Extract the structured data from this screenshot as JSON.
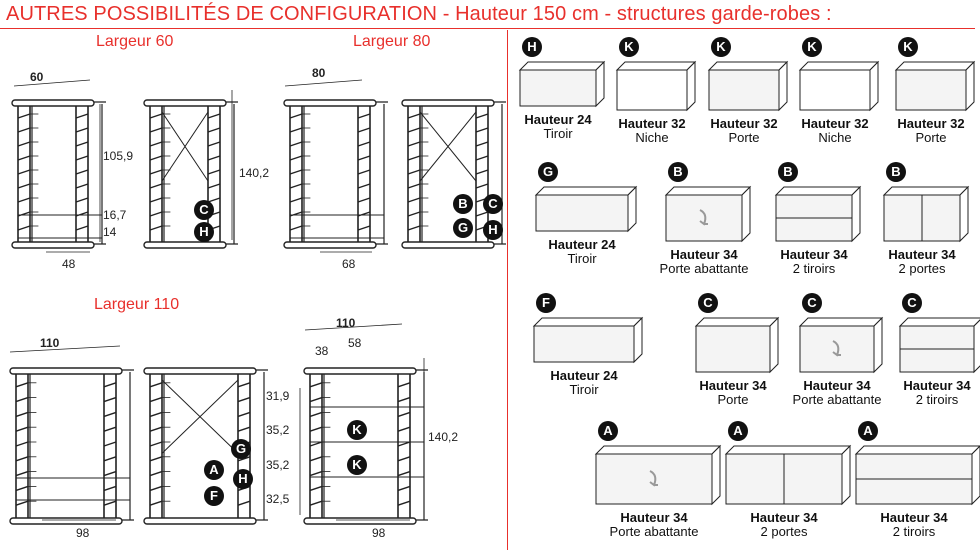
{
  "title": "AUTRES POSSIBILITÉS DE CONFIGURATION - Hauteur 150 cm - structures garde-robes :",
  "sections": {
    "w60": "Largeur 60",
    "w80": "Largeur 80",
    "w110": "Largeur 110"
  },
  "dims": {
    "w60_top": "60",
    "w60_h1": "105,9",
    "w60_h2": "16,7",
    "w60_h3": "14",
    "w60_depth": "48",
    "w60_total": "140,2",
    "w80_top": "80",
    "w80_depth": "68",
    "w110_top": "110",
    "w110_depth": "98",
    "w110b_top": "110",
    "w110b_left": "38",
    "w110b_right": "58",
    "w110b_h1": "31,9",
    "w110b_h2": "35,2",
    "w110b_h3": "35,2",
    "w110b_h4": "32,5",
    "w110b_total": "140,2",
    "w110b_depth": "98"
  },
  "frame_badges": {
    "f60_c": "C",
    "f60_h": "H",
    "f80_b": "B",
    "f80_c": "C",
    "f80_g": "G",
    "f80_h": "H",
    "f110_g": "G",
    "f110_a": "A",
    "f110_h": "H",
    "f110_f": "F",
    "f110b_k1": "K",
    "f110b_k2": "K"
  },
  "modules": [
    {
      "badge": "H",
      "height": "Hauteur 24",
      "name": "Tiroir"
    },
    {
      "badge": "K",
      "height": "Hauteur 32",
      "name": "Niche"
    },
    {
      "badge": "K",
      "height": "Hauteur 32",
      "name": "Porte"
    },
    {
      "badge": "K",
      "height": "Hauteur 32",
      "name": "Niche"
    },
    {
      "badge": "K",
      "height": "Hauteur 32",
      "name": "Porte"
    },
    {
      "badge": "G",
      "height": "Hauteur 24",
      "name": "Tiroir"
    },
    {
      "badge": "B",
      "height": "Hauteur 34",
      "name": "Porte abattante"
    },
    {
      "badge": "B",
      "height": "Hauteur 34",
      "name": "2 tiroirs"
    },
    {
      "badge": "B",
      "height": "Hauteur 34",
      "name": "2 portes"
    },
    {
      "badge": "F",
      "height": "Hauteur 24",
      "name": "Tiroir"
    },
    {
      "badge": "C",
      "height": "Hauteur 34",
      "name": "Porte"
    },
    {
      "badge": "C",
      "height": "Hauteur 34",
      "name": "Porte abattante"
    },
    {
      "badge": "C",
      "height": "Hauteur 34",
      "name": "2 tiroirs"
    },
    {
      "badge": "A",
      "height": "Hauteur 34",
      "name": "Porte abattante"
    },
    {
      "badge": "A",
      "height": "Hauteur 34",
      "name": "2 portes"
    },
    {
      "badge": "A",
      "height": "Hauteur 34",
      "name": "2 tiroirs"
    }
  ],
  "colors": {
    "accent": "#e8302c",
    "line": "#222222",
    "shelf": "#cfcfcf"
  }
}
